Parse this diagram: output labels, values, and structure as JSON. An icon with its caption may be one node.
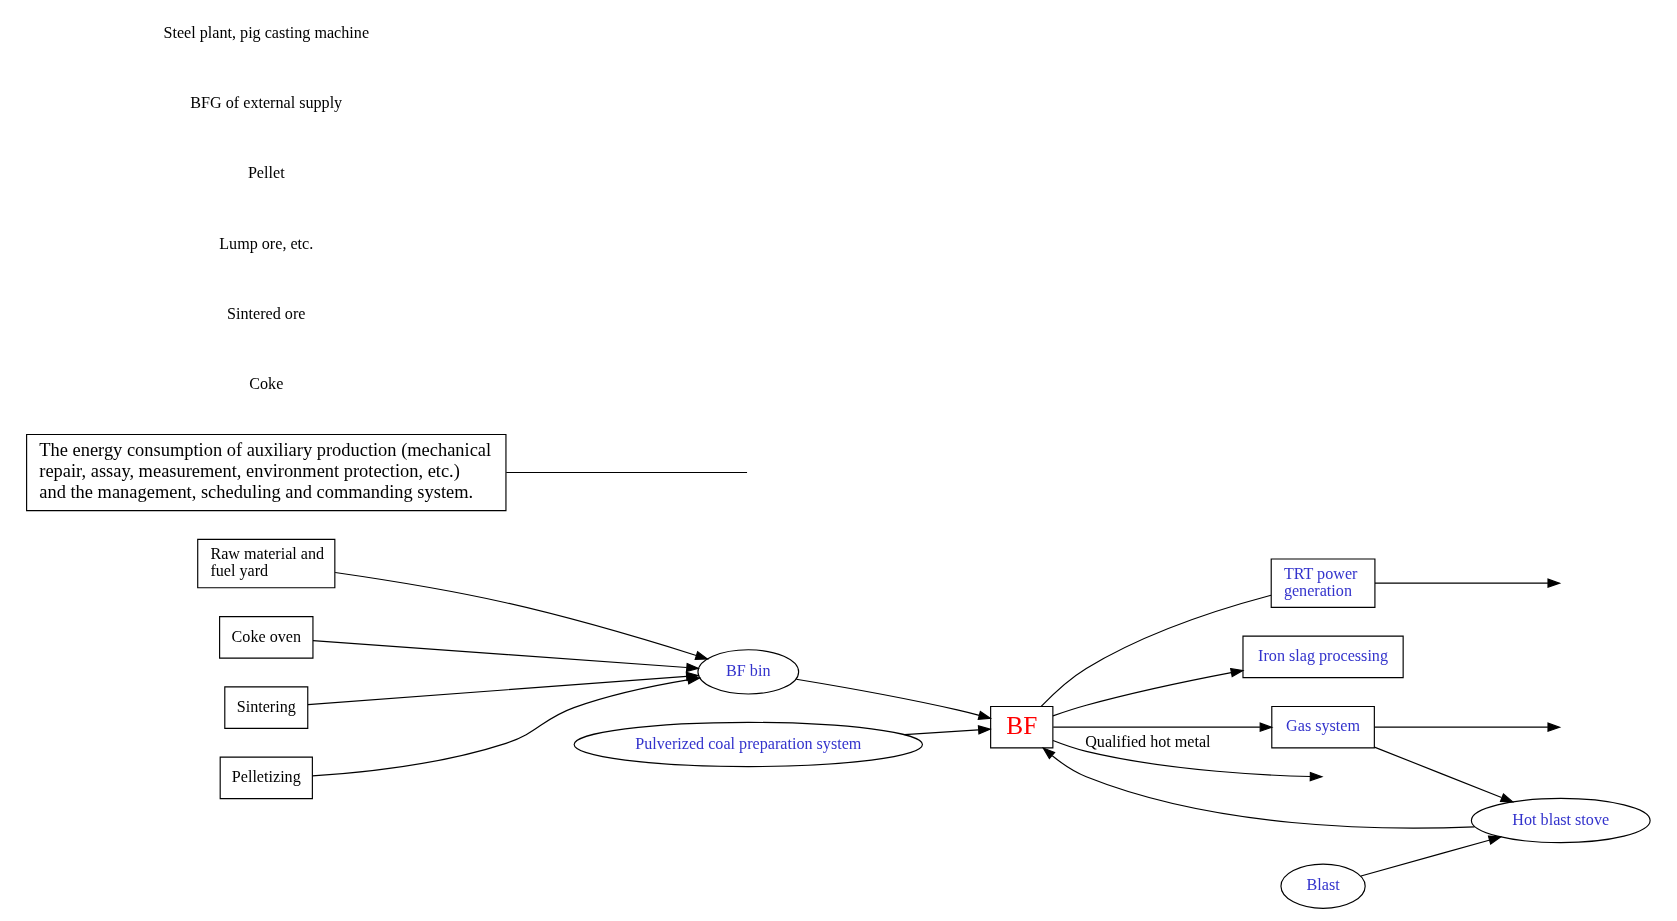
{
  "diagram": {
    "nodes": [
      {
        "text": [
          "Raw material and fuel yard"
        ]
      },
      {
        "text": [
          "Coke oven"
        ]
      },
      {
        "text": [
          "Sintering"
        ]
      },
      {
        "text": [
          "Pelletizing"
        ]
      },
      {
        "text": [
          "BF bin"
        ]
      },
      {
        "text": [
          "TRT power generation"
        ]
      },
      {
        "text": [
          "Blast"
        ]
      },
      {
        "text": [
          "BF"
        ]
      },
      {
        "text": [
          "Hot blast stove"
        ]
      },
      {
        "text": [
          "Iron slag processing"
        ]
      },
      {
        "text": [
          "Gas system"
        ]
      },
      {
        "text": [
          "Pulverized coal preparation system"
        ]
      },
      {
        "text": [
          "The energy consumption of auxiliary production (mechanical repair, assay, measurement, environment protection, etc.) and the management, scheduling and commanding system."
        ]
      }
    ],
    "edges": [
      {
        "from": 0,
        "to": 4,
        "arrow": "to"
      },
      {
        "from": 1,
        "to": 4,
        "arrow": "to"
      },
      {
        "from": 2,
        "to": 4,
        "arrow": "to"
      },
      {
        "from": 3,
        "to": 4,
        "arrow": "to"
      },
      {
        "from": 4,
        "to": 7,
        "arrow": "to"
      },
      {
        "from": 7,
        "to": 5,
        "arrow": "none"
      },
      {
        "from": 5,
        "to": null,
        "arrow": "to"
      },
      {
        "from": 6,
        "to": 8,
        "arrow": "to"
      },
      {
        "from": 8,
        "to": 7,
        "arrow": "to"
      },
      {
        "from": 7,
        "to": 9,
        "arrow": "to"
      },
      {
        "from": 7,
        "to": 10,
        "arrow": "to"
      },
      {
        "from": 10,
        "to": 8,
        "arrow": "to"
      },
      {
        "from": 10,
        "to": null,
        "arrow": "to"
      },
      {
        "from": 7,
        "to": null,
        "arrow": "to",
        "label": "Qualified hot metal"
      },
      {
        "from": 11,
        "to": 7,
        "arrow": "to"
      },
      {
        "from": 12,
        "to": null,
        "arrow": "none"
      }
    ],
    "labels": [
      "Coke",
      "Sintered ore",
      "Lump ore, etc.",
      "Pellet",
      "BFG of external supply",
      "Steel plant, pig casting machine"
    ]
  }
}
